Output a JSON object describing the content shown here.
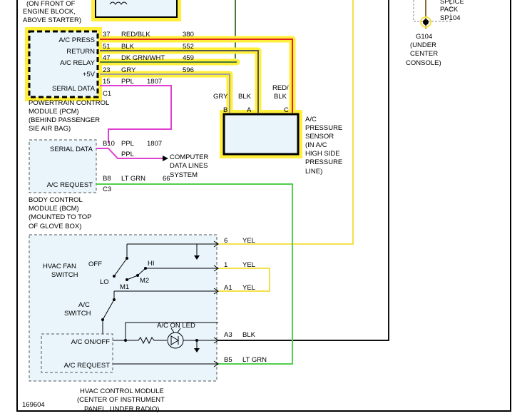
{
  "colors": {
    "highlight": "#ffef3a",
    "wire_red": "#e02020",
    "wire_black": "#111111",
    "wire_dk_green": "#4a7a3a",
    "wire_gray": "#a0a0a0",
    "wire_purple": "#e040d0",
    "wire_lt_green": "#4fd04f",
    "wire_yellow": "#f4e04a",
    "module_fill": "#e9f5fb"
  },
  "top_note": [
    "(ON FRONT OF",
    "ENGINE BLOCK,",
    "ABOVE STARTER)"
  ],
  "splice": {
    "lines": [
      "SPLICE",
      "PACK",
      "SP104"
    ]
  },
  "ground": {
    "name": "G104",
    "location": [
      "(UNDER",
      "CENTER",
      "CONSOLE)"
    ]
  },
  "pcm": {
    "pins": [
      "A/C PRESS",
      "RETURN",
      "A/C RELAY",
      "+5V",
      "SERIAL DATA"
    ],
    "title": [
      "POWERTRAIN CONTROL",
      "MODULE (PCM)",
      "(BEHIND PASSENGER",
      "SIE AIR BAG)"
    ],
    "connector": "C1"
  },
  "pcm_wires": [
    {
      "pin": "37",
      "color": "RED/BLK",
      "circuit": "380"
    },
    {
      "pin": "51",
      "color": "BLK",
      "circuit": "552"
    },
    {
      "pin": "47",
      "color": "DK GRN/WHT",
      "circuit": "459"
    },
    {
      "pin": "23",
      "color": "GRY",
      "circuit": "596"
    },
    {
      "pin": "15",
      "color": "PPL",
      "circuit": "1807"
    }
  ],
  "sensor": {
    "wire_colors": {
      "gry": "GRY",
      "blk": "BLK",
      "red_top": "RED/",
      "red_bottom": "BLK"
    },
    "pins": {
      "b": "B",
      "a": "A",
      "c": "C"
    },
    "title": [
      "A/C",
      "PRESSURE",
      "SENSOR",
      "(IN A/C",
      "HIGH SIDE",
      "PRESSURE",
      "LINE)"
    ]
  },
  "bcm": {
    "serial_label": "SERIAL DATA",
    "request_label": "A/C REQUEST",
    "pin_b10": "B10",
    "b10_color": "PPL",
    "b10_circuit": "1807",
    "branch_color": "PPL",
    "pin_b8": "B8",
    "b8_color": "LT GRN",
    "b8_circuit": "66",
    "connector": "C3",
    "data_lines": [
      "COMPUTER",
      "DATA LINES",
      "SYSTEM"
    ],
    "title": [
      "BODY CONTROL",
      "MODULE (BCM)",
      "(MOUNTED TO TOP",
      "OF GLOVE BOX)"
    ]
  },
  "hvac": {
    "fan_switch_label": [
      "HVAC FAN",
      "SWITCH"
    ],
    "fan_positions": {
      "off": "OFF",
      "lo": "LO",
      "m1": "M1",
      "m2": "M2",
      "hi": "HI"
    },
    "ac_switch_label": [
      "A/C",
      "SWITCH"
    ],
    "led_label": "A/C ON LED",
    "ac_onoff": "A/C ON/OFF",
    "ac_request": "A/C REQUEST",
    "title": [
      "HVAC CONTROL MODULE",
      "(CENTER OF INSTRUMENT",
      "PANEL, UNDER RADIO)"
    ],
    "pins": [
      {
        "pin": "6",
        "color": "YEL"
      },
      {
        "pin": "1",
        "color": "YEL"
      },
      {
        "pin": "A1",
        "color": "YEL"
      },
      {
        "pin": "A3",
        "color": "BLK"
      },
      {
        "pin": "B5",
        "color": "LT GRN"
      }
    ]
  },
  "figure_id": "169604"
}
